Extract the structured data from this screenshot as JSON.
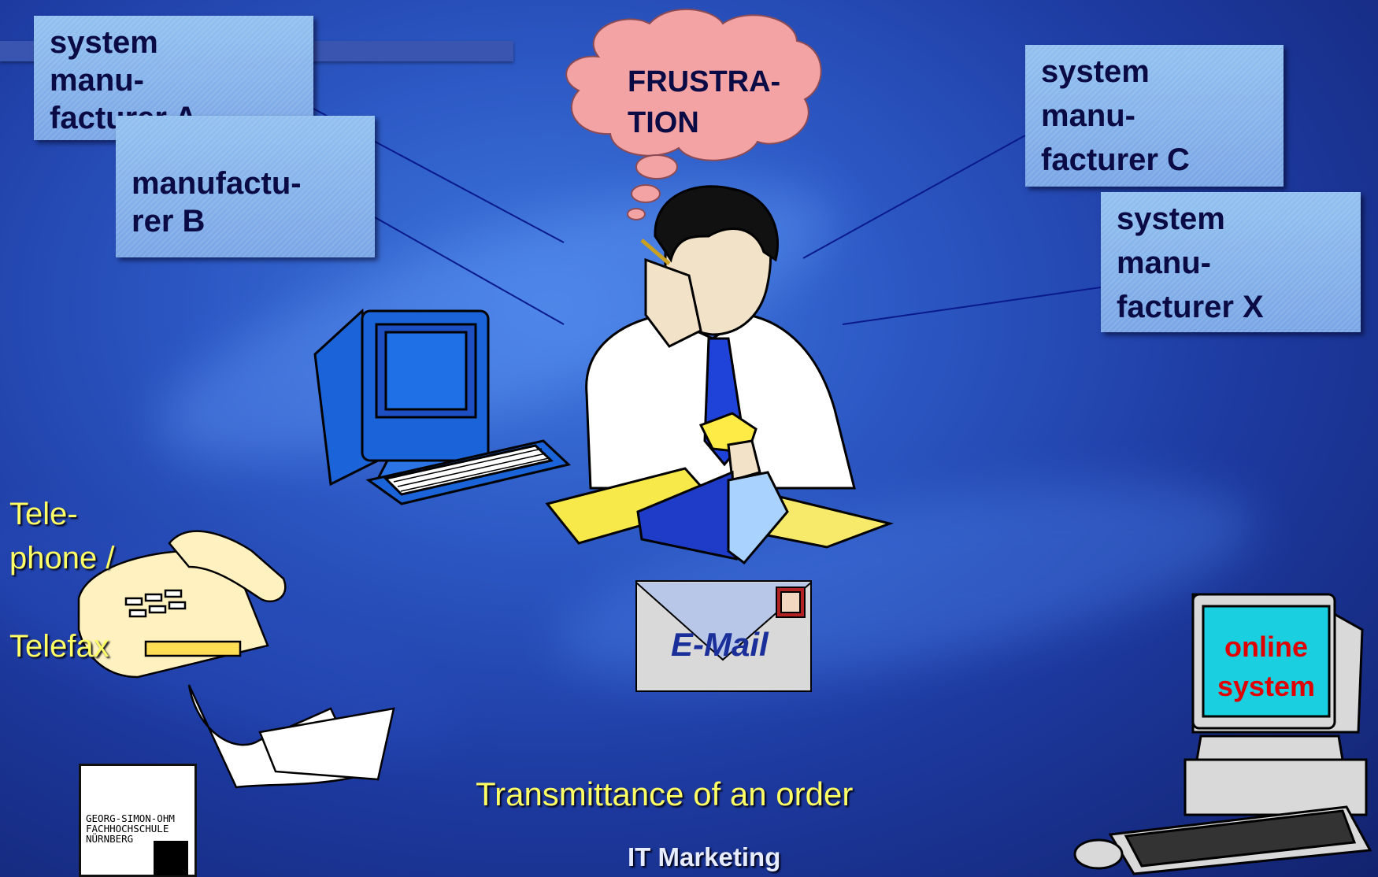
{
  "boxes": {
    "manufacturer_a": "system\nmanu-\nfacturer A",
    "manufacturer_b": "manufactu-\nrer B",
    "manufacturer_c": "system\nmanu-\nfacturer C",
    "manufacturer_x": "system\nmanu-\nfacturer X"
  },
  "thought_bubble": {
    "text": "FRUSTRA-\nTION"
  },
  "telephone_label": "Tele-\nphone /\n\nTelefax",
  "email_label": "E-Mail",
  "online_system_label": "online\nsystem",
  "caption": "Transmittance of an order",
  "footer": "IT Marketing",
  "logo": {
    "text": "GEORG-SIMON-OHM\nFACHHOCHSCHULE\nNÜRNBERG"
  },
  "colors": {
    "background": "#2c58c4",
    "box_fill": "#8ab6ee",
    "caption_yellow": "#ffff66",
    "bubble_pink": "#f4a3a5",
    "online_red": "#e00000"
  }
}
